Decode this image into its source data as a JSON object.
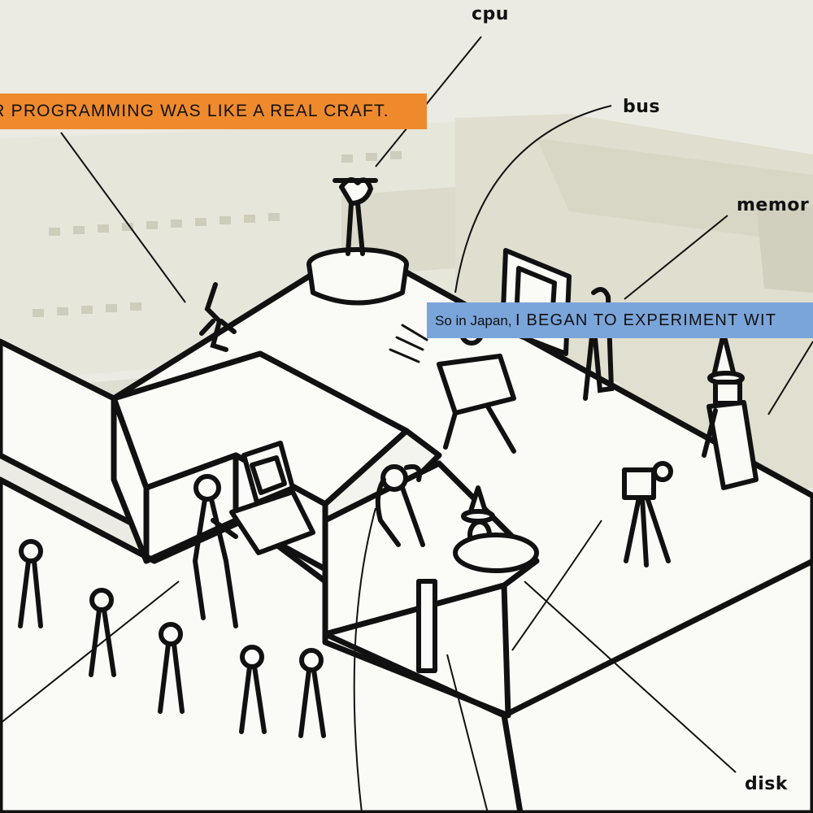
{
  "labels": {
    "cpu": "cpu",
    "bus": "bus",
    "memory": "memor",
    "disk": "disk"
  },
  "captions": {
    "orange": {
      "text": "ER PROGRAMMING WAS LIKE A REAL CRAFT.",
      "color": "#ef8a2c"
    },
    "blue": {
      "lead": "So in Japan,",
      "caps": "I BEGAN TO EXPERIMENT WIT",
      "color": "#7aa5da"
    }
  },
  "colors": {
    "paper": "#ebebe3",
    "ink": "#111111",
    "background_computer": "#cfcfb8"
  }
}
